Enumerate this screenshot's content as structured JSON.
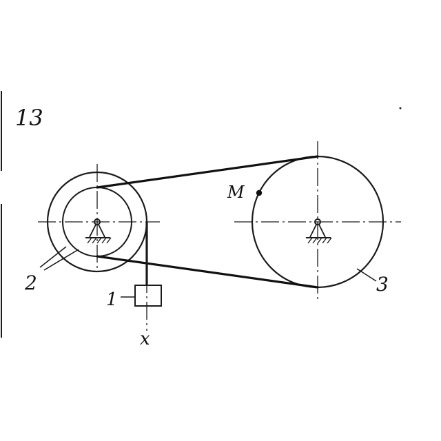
{
  "problem": {
    "number": "13"
  },
  "labels": {
    "load": "1",
    "pulley_two_step": "2",
    "pulley_large": "3",
    "point": "M",
    "axis": "x"
  }
}
